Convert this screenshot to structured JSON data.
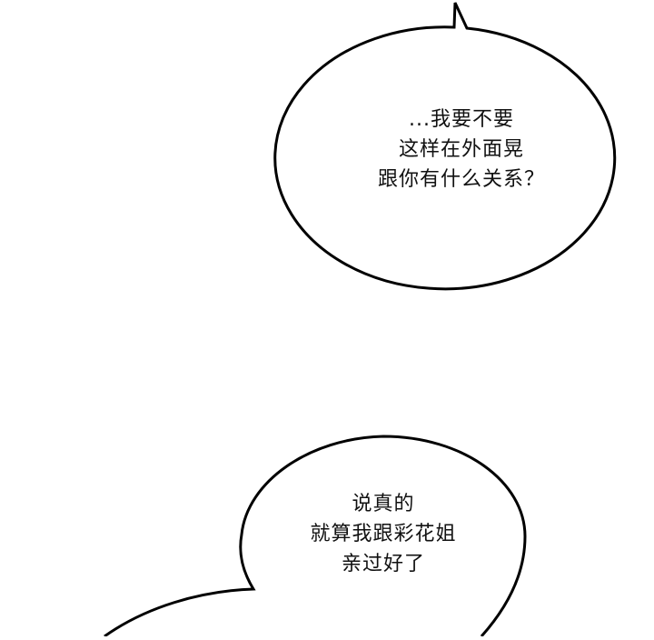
{
  "page": {
    "type": "comic-panel",
    "background_color": "#ffffff",
    "line_color": "#000000"
  },
  "bubbles": [
    {
      "id": "top-right",
      "shape": "ellipse",
      "tail_direction": "up",
      "lines": [
        "...我要不要",
        "这样在外面晃",
        "跟你有什么关系？"
      ]
    },
    {
      "id": "bottom",
      "shape": "ellipse",
      "tail_direction": "down-left",
      "lines": [
        "说真的",
        "就算我跟彩花姐",
        "亲过好了"
      ]
    }
  ]
}
